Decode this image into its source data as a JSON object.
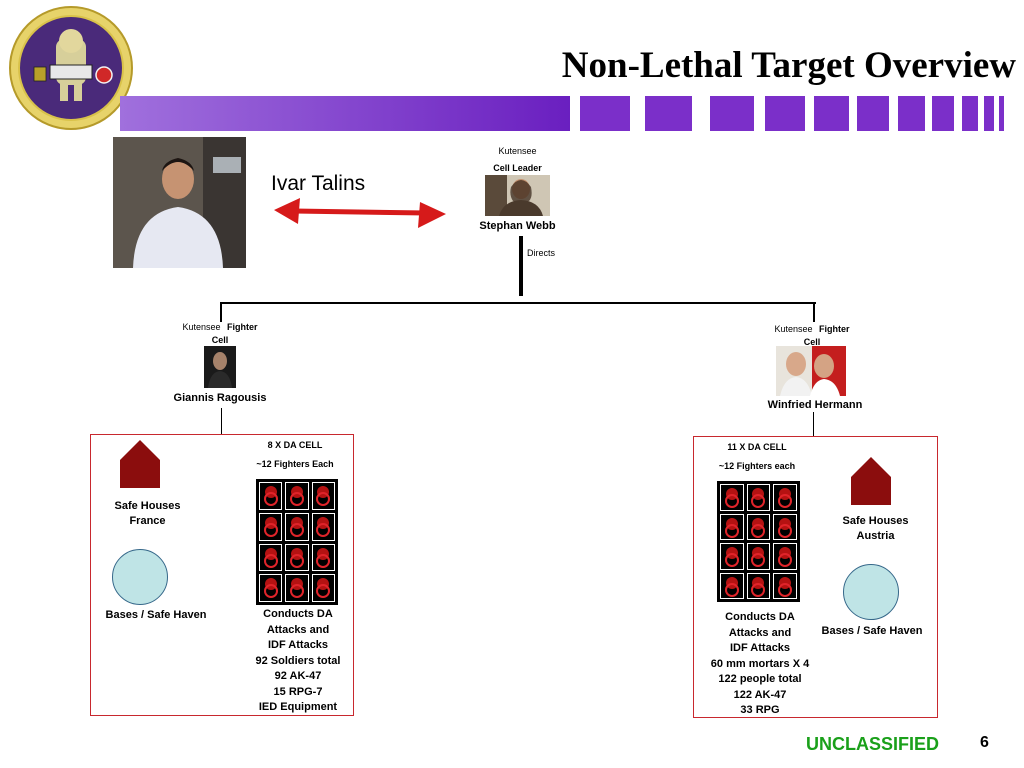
{
  "slide": {
    "title": "Non-Lethal Target Overview",
    "classification": "UNCLASSIFIED",
    "page_number": "6"
  },
  "top": {
    "ivar_label": "Ivar Talins",
    "leader_org": "Kutensee",
    "leader_role": "Cell Leader",
    "leader_name": "Stephan Webb",
    "directs_label": "Directs"
  },
  "left_cell": {
    "org": "Kutensee",
    "role_a": "Fighter",
    "role_b": "Cell",
    "leader": "Giannis Ragousis",
    "cell_count": "8 X DA CELL",
    "fighters": "~12 Fighters Each",
    "safe_houses_a": "Safe Houses",
    "safe_houses_b": "France",
    "bases": "Bases / Safe Haven",
    "details": [
      "Conducts DA",
      "Attacks and",
      "IDF Attacks",
      "92 Soldiers total",
      "92 AK-47",
      "15 RPG-7",
      "IED Equipment"
    ]
  },
  "right_cell": {
    "org": "Kutensee",
    "role_a": "Fighter",
    "role_b": "Cell",
    "leader": "Winfried Hermann",
    "cell_count": "11 X DA CELL",
    "fighters": "~12 Fighters each",
    "safe_houses_a": "Safe Houses",
    "safe_houses_b": "Austria",
    "bases": "Bases / Safe Haven",
    "details": [
      "Conducts DA",
      "Attacks and",
      "IDF Attacks",
      "60 mm mortars X 4",
      "122 people total",
      "122 AK-47",
      "33 RPG"
    ]
  },
  "colors": {
    "banner": "#7b2fc9",
    "arrow": "#d61a1a",
    "box_border": "#c8282e",
    "house": "#8b0d0d",
    "circle": "#bfe4e6",
    "classification": "#1aa01a"
  }
}
